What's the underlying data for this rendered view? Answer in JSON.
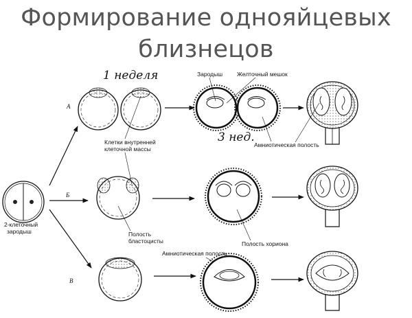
{
  "title": {
    "line1": "Формирование однояйцевых",
    "line2": "близнецов"
  },
  "handwritten": {
    "week1": "1 неделя",
    "week3": "3 нед."
  },
  "row_labels": [
    "А",
    "Б",
    "В"
  ],
  "labels": {
    "embryo": "Зародыш",
    "yolk_sac": "Желточный мешок",
    "inner_cell_mass_1": "Клетки внутренней",
    "inner_cell_mass_2": "клеточной массы",
    "amniotic_cavity_top": "Амниотическая полость",
    "two_cell_1": "2-клеточный",
    "two_cell_2": "зародыш",
    "blastocyst_cavity_1": "Полость",
    "blastocyst_cavity_2": "бластоцисты",
    "chorion_cavity": "Полость хориона",
    "amniotic_cavity_bottom": "Амниотическая полость"
  },
  "colors": {
    "title": "#555555",
    "ink": "#111111",
    "background": "#ffffff"
  }
}
